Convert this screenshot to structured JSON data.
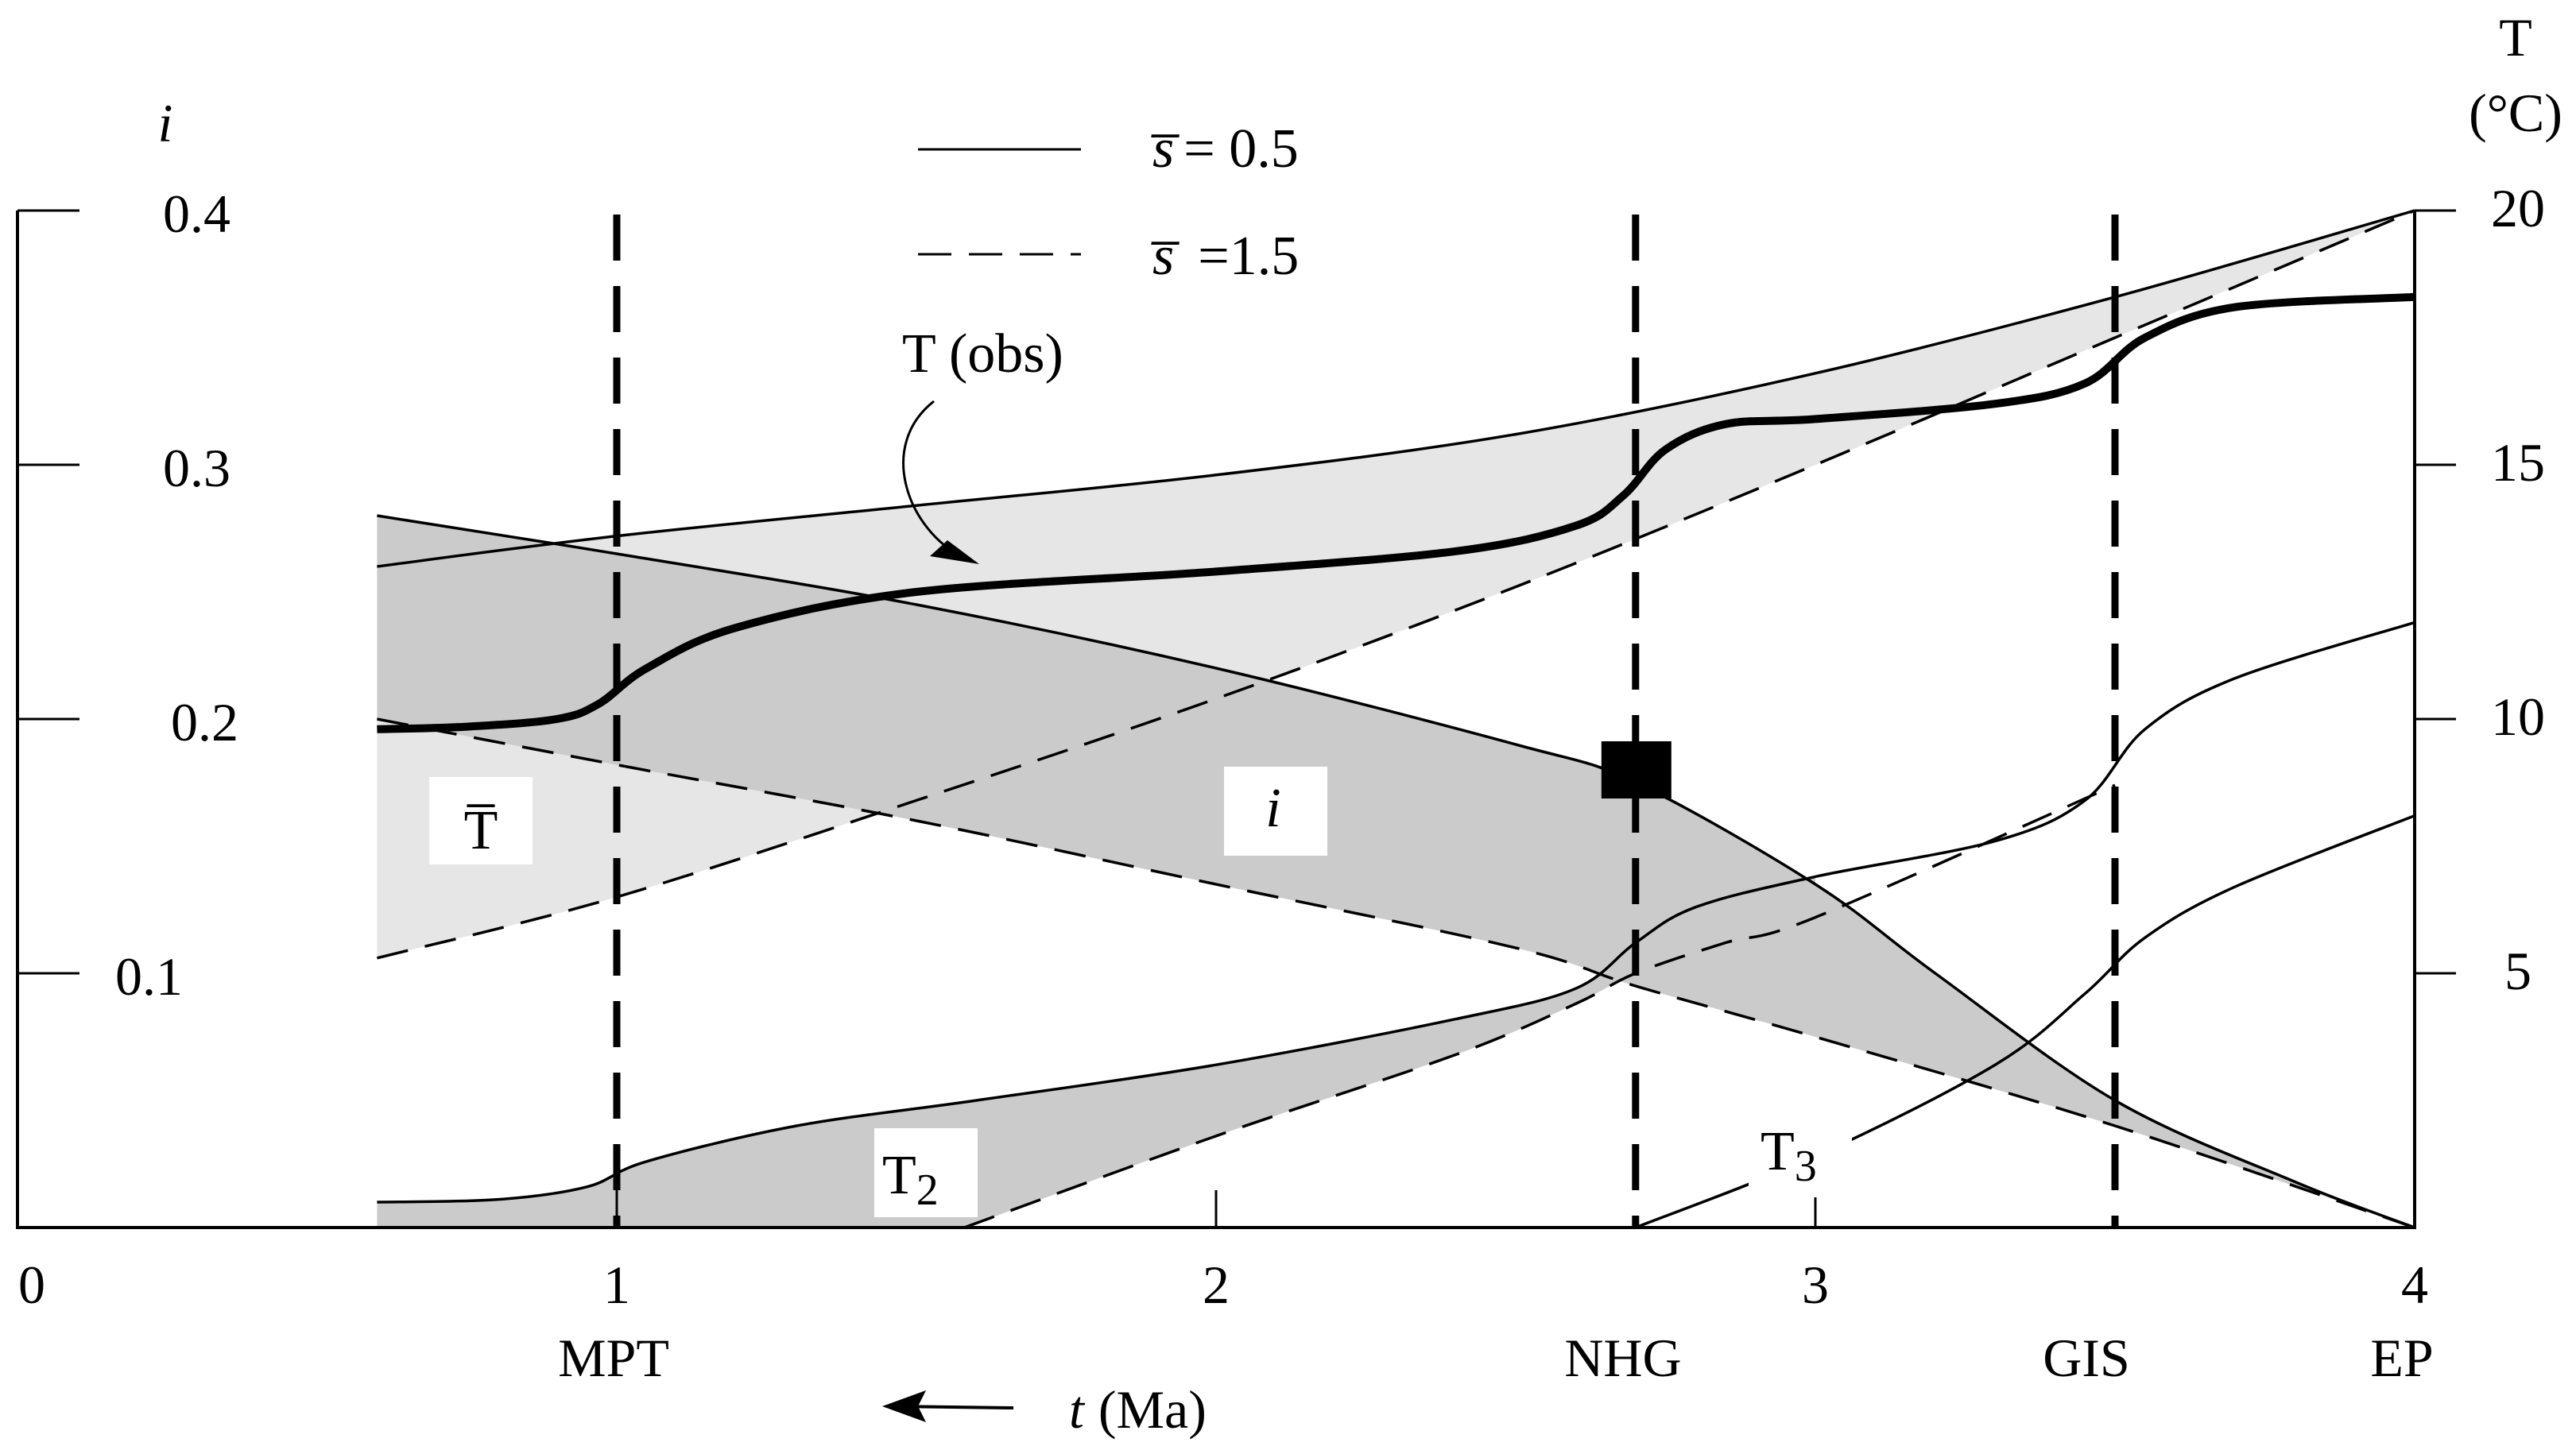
{
  "chart_data": {
    "type": "line",
    "x_axis": {
      "label_var": "t",
      "label_unit": "(Ma)",
      "range": [
        0,
        4
      ],
      "ticks": [
        "0",
        "1",
        "2",
        "3",
        "4"
      ],
      "direction_arrow": "left"
    },
    "y_axis_left": {
      "label": "i",
      "range": [
        0,
        0.4
      ],
      "ticks": [
        "0.1",
        "0.2",
        "0.3",
        "0.4"
      ]
    },
    "y_axis_right": {
      "label_line1": "T",
      "label_line2": "(°C)",
      "range": [
        0,
        20
      ],
      "ticks": [
        "5",
        "10",
        "15",
        "20"
      ]
    },
    "legend": [
      {
        "style": "solid",
        "label_var": "s̅",
        "label_value": "= 0.5"
      },
      {
        "style": "dashed",
        "label_var": "s̅",
        "label_value": "=1.5"
      }
    ],
    "events": [
      {
        "label": "MPT",
        "t": 1.0
      },
      {
        "label": "NHG",
        "t": 2.7
      },
      {
        "label": "GIS",
        "t": 3.5
      },
      {
        "label": "EP",
        "t": 4.0
      }
    ],
    "region_labels": {
      "T_bar": "T̅",
      "i": "i",
      "T2_base": "T",
      "T2_sub": "2",
      "T3_base": "T",
      "T3_sub": "3",
      "T_obs": "T (obs)"
    },
    "marker": {
      "t": 2.7,
      "i": 0.18,
      "shape": "square"
    },
    "series": [
      {
        "name": "T (obs)",
        "axis": "T",
        "style": "bold",
        "x": [
          0.6,
          0.75,
          0.9,
          0.97,
          1.05,
          1.2,
          1.5,
          2.0,
          2.4,
          2.6,
          2.68,
          2.75,
          2.85,
          3.0,
          3.3,
          3.45,
          3.55,
          3.7,
          4.0
        ],
        "y": [
          9.8,
          9.85,
          10.0,
          10.3,
          11.0,
          11.8,
          12.5,
          12.9,
          13.3,
          13.8,
          14.4,
          15.3,
          15.8,
          15.9,
          16.2,
          16.6,
          17.5,
          18.1,
          18.3
        ]
      },
      {
        "name": "T upper (s=0.5)",
        "axis": "T",
        "style": "solid",
        "x": [
          0.6,
          1.0,
          1.5,
          2.0,
          2.5,
          3.0,
          3.5,
          4.0
        ],
        "y": [
          13.0,
          13.6,
          14.2,
          14.8,
          15.6,
          16.8,
          18.3,
          20.0
        ]
      },
      {
        "name": "T lower (s=1.5)",
        "axis": "T",
        "style": "dashed",
        "x": [
          0.6,
          1.0,
          1.5,
          2.0,
          2.5,
          3.0,
          3.5,
          4.0
        ],
        "y": [
          5.3,
          6.5,
          8.4,
          10.4,
          12.6,
          15.0,
          17.5,
          20.0
        ]
      },
      {
        "name": "i (s=0.5)",
        "axis": "i",
        "style": "solid",
        "x": [
          0.6,
          1.0,
          1.5,
          2.0,
          2.5,
          2.7,
          3.0,
          3.2,
          3.5,
          3.8,
          4.0
        ],
        "y": [
          0.28,
          0.265,
          0.245,
          0.22,
          0.19,
          0.175,
          0.135,
          0.1,
          0.05,
          0.018,
          0.0
        ]
      },
      {
        "name": "i (s=1.5)",
        "axis": "i",
        "style": "dashed",
        "x": [
          0.6,
          1.0,
          1.5,
          2.0,
          2.5,
          2.7,
          3.0,
          3.5,
          4.0
        ],
        "y": [
          0.2,
          0.182,
          0.16,
          0.135,
          0.11,
          0.095,
          0.075,
          0.04,
          0.0
        ]
      },
      {
        "name": "T2 (s=0.5)",
        "axis": "T",
        "style": "solid",
        "x": [
          0.6,
          0.8,
          0.95,
          1.05,
          1.3,
          1.6,
          2.0,
          2.4,
          2.6,
          2.7,
          2.8,
          3.0,
          3.3,
          3.45,
          3.55,
          3.7,
          4.0
        ],
        "y": [
          0.5,
          0.55,
          0.8,
          1.3,
          2.0,
          2.5,
          3.2,
          4.1,
          4.7,
          5.6,
          6.3,
          6.9,
          7.6,
          8.4,
          9.8,
          10.8,
          11.9
        ]
      },
      {
        "name": "T2 (s=1.5)",
        "axis": "T",
        "style": "dashed",
        "x": [
          1.58,
          2.0,
          2.4,
          2.6,
          2.7,
          2.85,
          3.0,
          3.5
        ],
        "y": [
          0.0,
          1.8,
          3.4,
          4.4,
          5.0,
          5.6,
          6.1,
          8.7
        ]
      },
      {
        "name": "T3 (s=0.5)",
        "axis": "T",
        "style": "solid",
        "x": [
          2.7,
          3.0,
          3.3,
          3.45,
          3.55,
          3.7,
          4.0
        ],
        "y": [
          0.0,
          1.4,
          3.2,
          4.6,
          5.7,
          6.7,
          8.1
        ]
      }
    ]
  }
}
